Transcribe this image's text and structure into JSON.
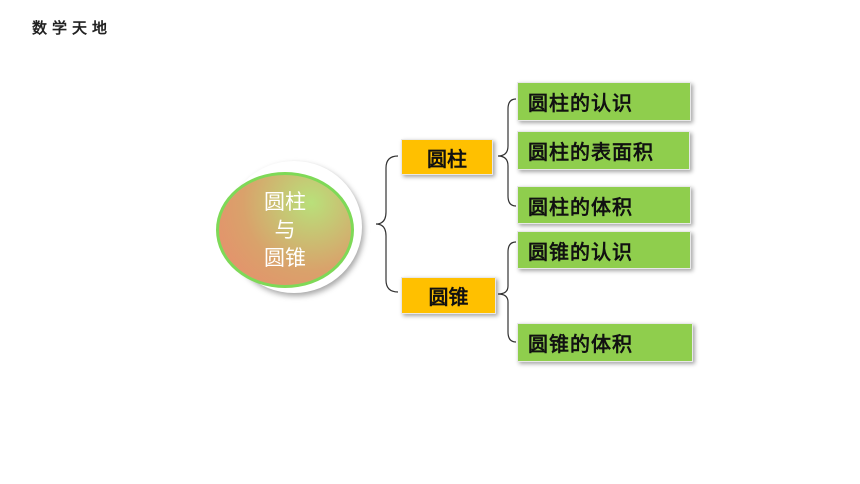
{
  "header": {
    "title": "数学天地"
  },
  "center": {
    "line1": "圆柱",
    "line2": "与",
    "line3": "圆锥"
  },
  "branches": [
    {
      "label": "圆柱",
      "children": [
        "圆柱的认识",
        "圆柱的表面积",
        "圆柱的体积"
      ]
    },
    {
      "label": "圆锥",
      "children": [
        "圆锥的认识",
        "圆锥的体积"
      ]
    }
  ],
  "colors": {
    "branch": "#ffc000",
    "leaf": "#8fce4d",
    "center_border": "#7ed957"
  }
}
